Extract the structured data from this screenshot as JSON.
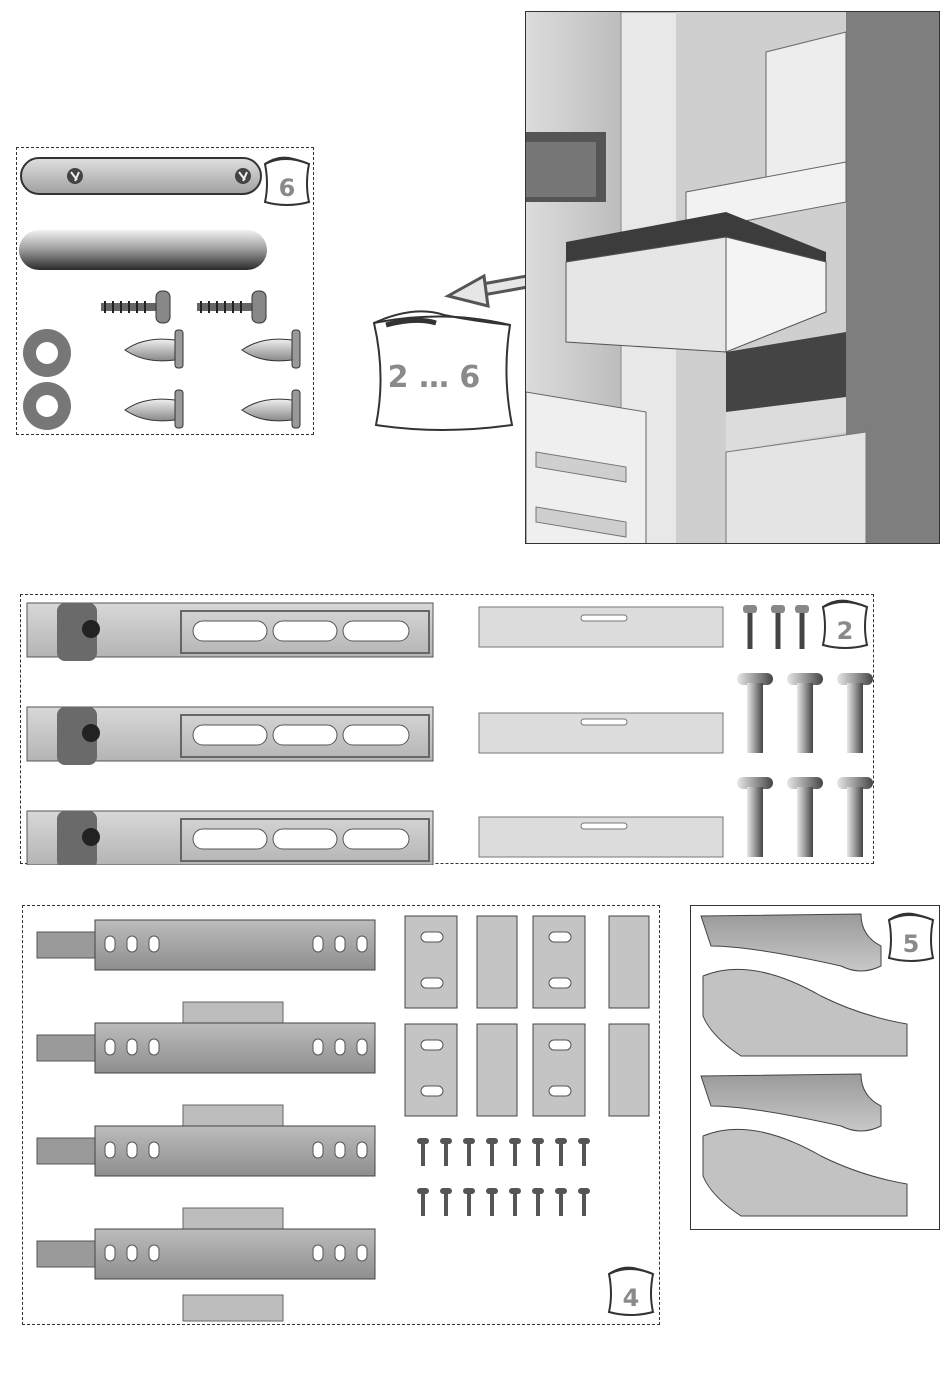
{
  "bags": {
    "bag_6": "6",
    "bag_range": "2 … 6",
    "bag_2": "2",
    "bag_5": "5",
    "bag_4": "4"
  },
  "colors": {
    "frame": "#333333",
    "part_gray": "#c8c8c8",
    "part_dark": "#555555",
    "bag_text": "#8a8a8a"
  }
}
